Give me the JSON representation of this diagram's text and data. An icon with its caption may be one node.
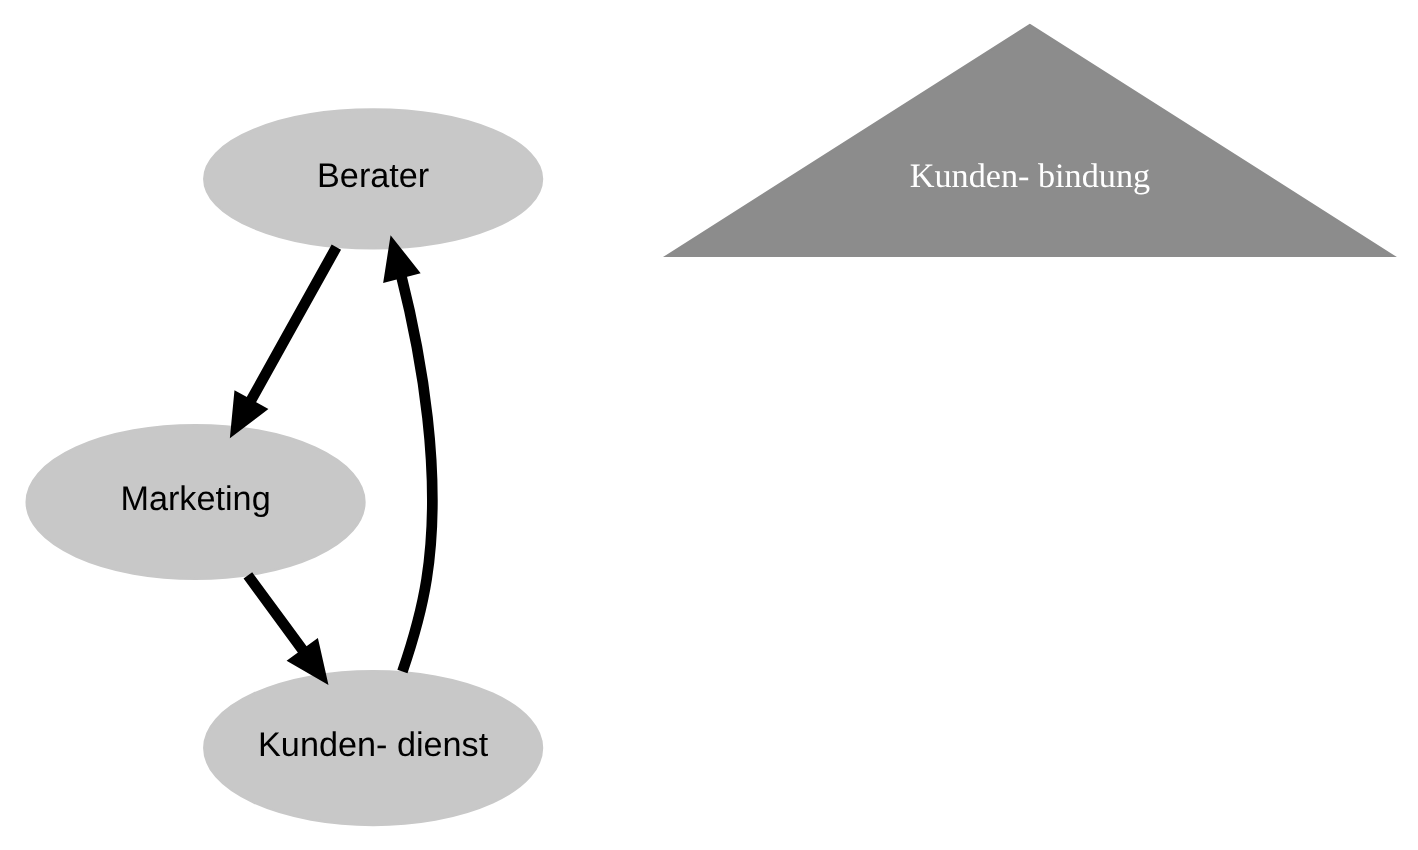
{
  "diagram": {
    "nodes": [
      {
        "text": [
          "Berater"
        ]
      },
      {
        "text": [
          "Kunden- bindung"
        ]
      },
      {
        "text": [
          "Kunden- dienst"
        ]
      },
      {
        "text": [
          "Marketing"
        ]
      }
    ],
    "edges": [
      {
        "from": 0,
        "to": 3,
        "arrow": "to"
      },
      {
        "from": 3,
        "to": 2,
        "arrow": "to"
      },
      {
        "from": 2,
        "to": 0,
        "arrow": "to"
      }
    ]
  }
}
